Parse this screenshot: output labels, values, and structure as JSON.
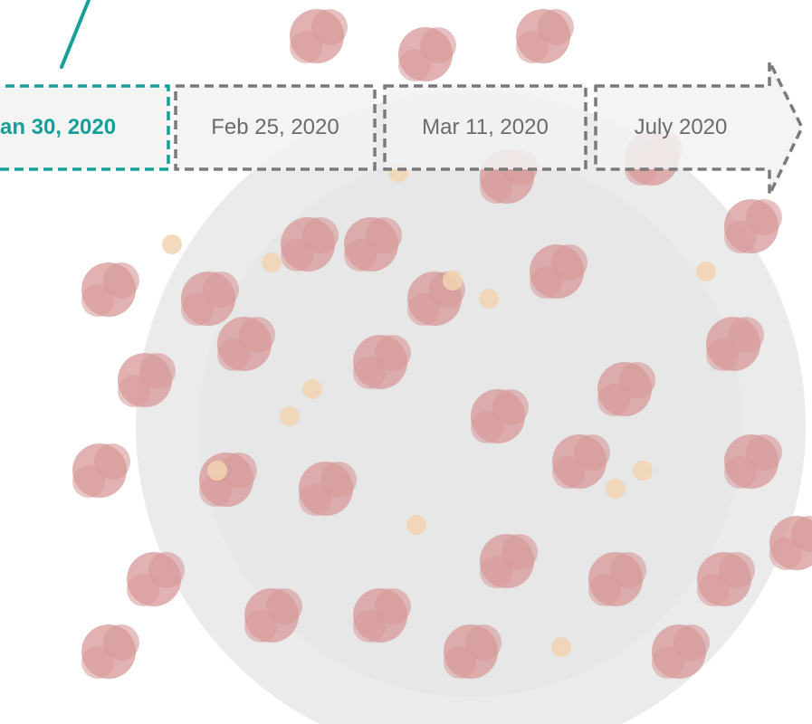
{
  "timeline": {
    "events": [
      {
        "label": "an 30, 2020",
        "state": "highlighted"
      },
      {
        "label": "Feb 25, 2020",
        "state": "normal"
      },
      {
        "label": "Mar 11, 2020",
        "state": "normal"
      },
      {
        "label": "July 2020",
        "state": "normal"
      }
    ]
  },
  "colors": {
    "accent": "#15a09a",
    "dash_gray": "#7a7a7a",
    "label_gray": "#6b6b6b",
    "box_fill": "#f2f2f2",
    "virus_core": "#dadada",
    "virus_spike": "#b84545",
    "virus_dot": "#e8b071"
  },
  "background": {
    "icon": "coronavirus-illustration"
  }
}
